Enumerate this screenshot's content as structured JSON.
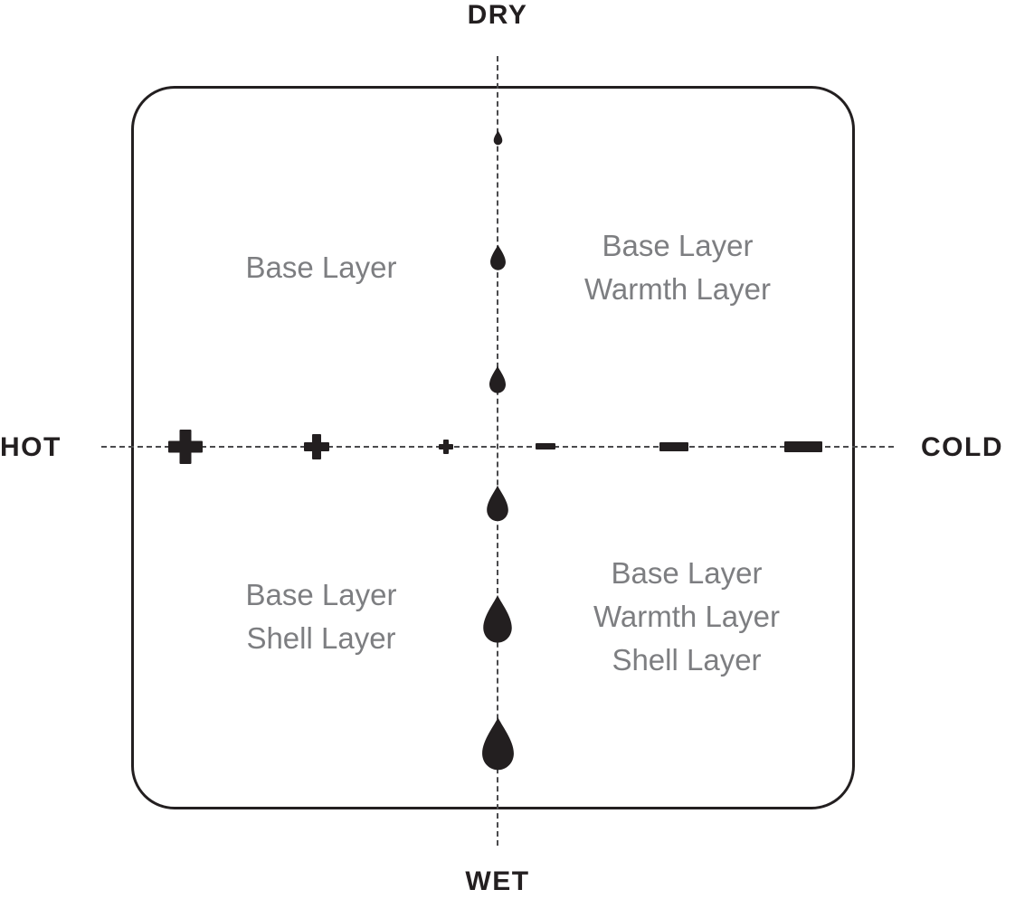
{
  "colors": {
    "ink": "#231f20",
    "quadrant_text": "#7d7e81",
    "dash": "#4b4b4d",
    "background": "#ffffff"
  },
  "axes": {
    "top_label": "DRY",
    "bottom_label": "WET",
    "left_label": "HOT",
    "right_label": "COLD"
  },
  "quadrants": {
    "top_left": {
      "lines": [
        "Base Layer"
      ]
    },
    "top_right": {
      "lines": [
        "Base Layer",
        "Warmth Layer"
      ]
    },
    "bottom_left": {
      "lines": [
        "Base Layer",
        "Shell Layer"
      ]
    },
    "bottom_right": {
      "lines": [
        "Base Layer",
        "Warmth Layer",
        "Shell Layer"
      ]
    }
  },
  "icons": {
    "horizontal_axis": [
      "plus-large-icon",
      "plus-medium-icon",
      "plus-small-icon",
      "minus-small-icon",
      "minus-medium-icon",
      "minus-large-icon"
    ],
    "vertical_axis": [
      "droplet-xs-icon",
      "droplet-sm-icon",
      "droplet-md-icon",
      "droplet-lg-icon",
      "droplet-xl-icon",
      "droplet-xxl-icon"
    ]
  }
}
